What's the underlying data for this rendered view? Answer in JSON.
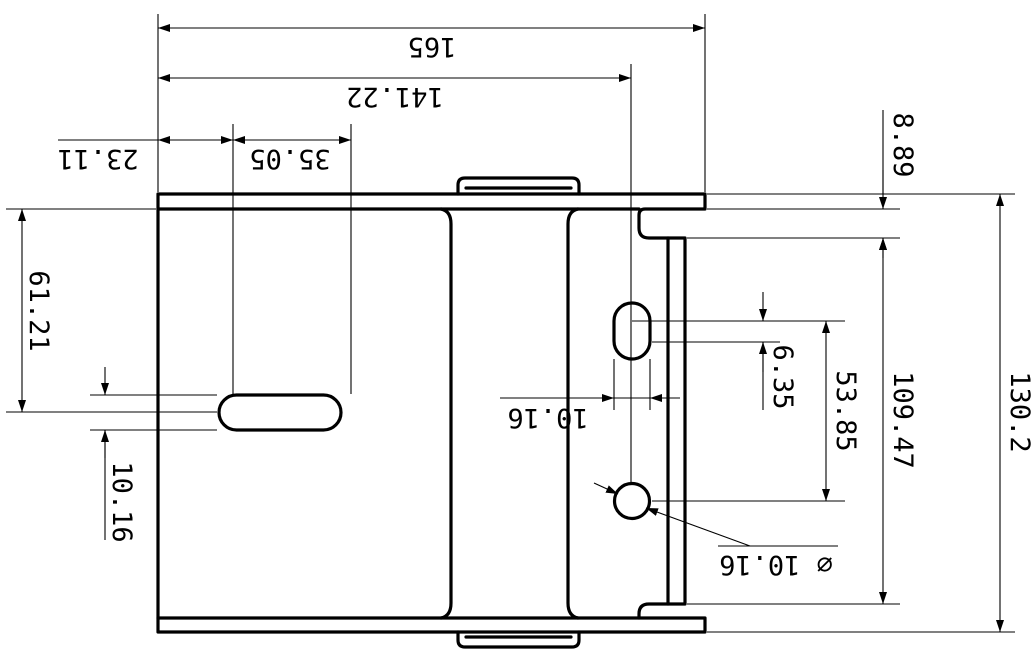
{
  "dimensions": {
    "overall_width": "165",
    "hole_center_offset": "141.22",
    "left_offset": "23.11",
    "slot_length": "35.05",
    "flange_height": "8.89",
    "slot_vertical_offset": "61.21",
    "slot_width": "10.16",
    "inner_slot_width": "10.16",
    "small_slot_height": "6.35",
    "hole_spacing": "53.85",
    "inner_height": "109.47",
    "overall_height": "130.2",
    "hole_diameter": "⌀ 10.16"
  }
}
